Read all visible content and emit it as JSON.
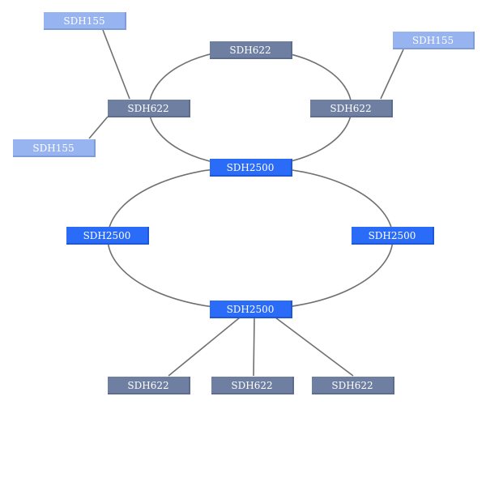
{
  "diagram": {
    "nodes": {
      "sdh155_top_left": "SDH155",
      "sdh155_top_right": "SDH155",
      "sdh155_left": "SDH155",
      "sdh622_top_ring_top": "SDH622",
      "sdh622_top_ring_left": "SDH622",
      "sdh622_top_ring_right": "SDH622",
      "sdh2500_center": "SDH2500",
      "sdh2500_left": "SDH2500",
      "sdh2500_right": "SDH2500",
      "sdh2500_bottom": "SDH2500",
      "sdh622_bottom_left": "SDH622",
      "sdh622_bottom_middle": "SDH622",
      "sdh622_bottom_right": "SDH622"
    },
    "colors": {
      "sdh155": "#97b4f0",
      "sdh622": "#6f7fa2",
      "sdh2500": "#2a6cf8",
      "link": "#707070"
    }
  }
}
